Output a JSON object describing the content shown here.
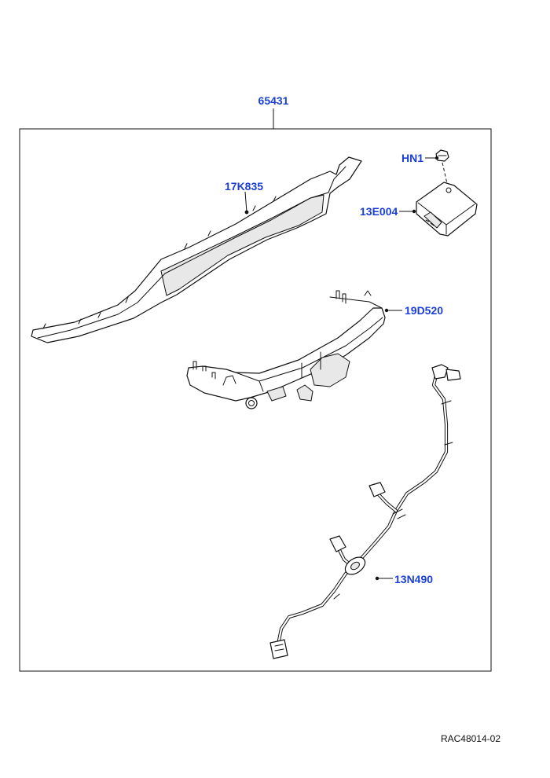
{
  "callouts": {
    "kit": "65431",
    "bumper_cover": "17K835",
    "nut": "HN1",
    "control_module": "13E004",
    "tow_bar": "19D520",
    "wiring_harness": "13N490"
  },
  "reference": "RAC48014-02"
}
